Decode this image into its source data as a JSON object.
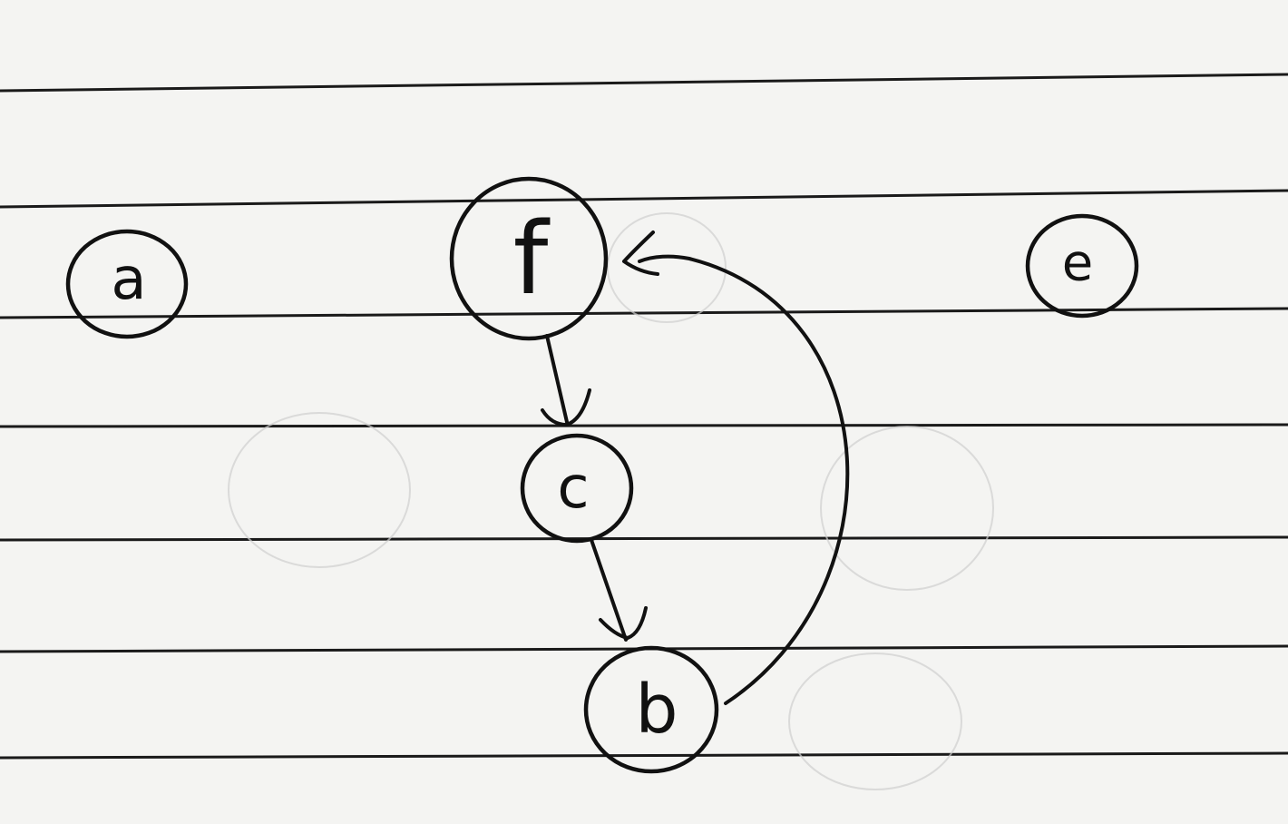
{
  "diagram": {
    "nodes": [
      {
        "id": "a",
        "label": "a"
      },
      {
        "id": "f",
        "label": "f"
      },
      {
        "id": "e",
        "label": "e"
      },
      {
        "id": "c",
        "label": "c"
      },
      {
        "id": "b",
        "label": "b"
      }
    ],
    "edges": [
      {
        "from": "f",
        "to": "c"
      },
      {
        "from": "c",
        "to": "b"
      },
      {
        "from": "b",
        "to": "f"
      }
    ]
  }
}
